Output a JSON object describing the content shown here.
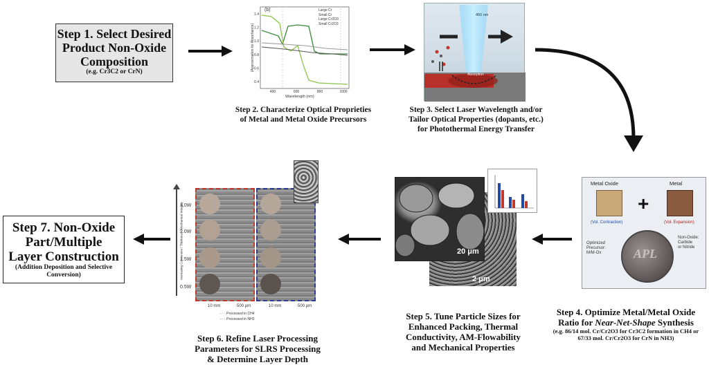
{
  "step1": {
    "title_lines": [
      "Step 1. Select Desired",
      "Product Non-Oxide",
      "Composition"
    ],
    "subtitle": "(e.g. Cr3C2 or CrN)"
  },
  "step2": {
    "caption_lines": [
      "Step 2. Characterize Optical Proprieties",
      "of Metal and Metal Oxide Precursors"
    ],
    "chart": {
      "panel_label": "(b)",
      "legend": [
        "Large Cr",
        "Small Cr",
        "Large Cr2O3",
        "Small Cr2O3"
      ],
      "xlabel": "Wavelength (nm)",
      "ylabel": "(Approximation for Absorbance)",
      "x_ticks": [
        "400",
        "600",
        "800",
        "1000"
      ],
      "y_ticks": [
        "0.4",
        "0.6",
        "0.8",
        "1.0",
        "1.2",
        "1.4"
      ]
    }
  },
  "step3": {
    "caption_lines": [
      "Step 3. Select Laser Wavelength and/or",
      "Tailor Optical Properties (dopants, etc.)",
      "for Photothermal Energy Transfer"
    ],
    "laser_label": "450 nm",
    "absorption_label": "Absorption"
  },
  "step4": {
    "caption_lines": [
      "Step 4. Optimize Metal/Metal Oxide",
      "Ratio for Near-Net-Shape Synthesis"
    ],
    "caption_italic": "Near-Net-Shape",
    "sub_lines": [
      "(e.g. 86/14 mol. Cr/Cr2O3 for Cr3C2 formation in CH4 or",
      "67/33 mol. Cr/Cr2O3 for CrN  in NH3)"
    ],
    "metal_oxide_label": "Metal Oxide",
    "metal_label": "Metal",
    "vol_contraction": "(Vol. Contraction)",
    "vol_expansion": "(Vol. Expansion)",
    "optimized_label_lines": [
      "Optimized",
      "Precursor:",
      "M/M-Ox"
    ],
    "nonoxide_label_lines": [
      "Non-Oxide:",
      "Carbide",
      "or Nitride"
    ],
    "coin_text": "APL"
  },
  "step5": {
    "caption_lines": [
      "Step 5. Tune Particle Sizes for",
      "Enhanced Packing, Thermal",
      "Conductivity, AM-Flowability",
      "and Mechanical Properties"
    ],
    "scale_top": "20 μm",
    "scale_bottom": "2 μm"
  },
  "step6": {
    "caption_lines": [
      "Step 6. Refine Laser Processing",
      "Parameters for SLRS Processing",
      "& Determine Layer Depth"
    ],
    "power_labels": [
      "3.0W",
      "2.0W",
      "1.5W",
      "0.5W"
    ],
    "scale_labels": [
      "10 mm",
      "500 μm",
      "10 mm",
      "500 μm"
    ],
    "legend": [
      "Processed in CH4",
      "Processed in NH3"
    ],
    "axis_label": "Increasing Conversion / Thickness / Mechanical Integrity"
  },
  "step7": {
    "title_lines": [
      "Step 7. Non-Oxide",
      "Part/Multiple",
      "Layer Construction"
    ],
    "subtitle_lines": [
      "(Addition Deposition and Selective",
      "Conversion)"
    ]
  },
  "colors": {
    "box_fill": "#e6e6e6",
    "arrow": "#111111",
    "ch4_dash": "#c0392b",
    "nh3_dash": "#2c3e91"
  }
}
